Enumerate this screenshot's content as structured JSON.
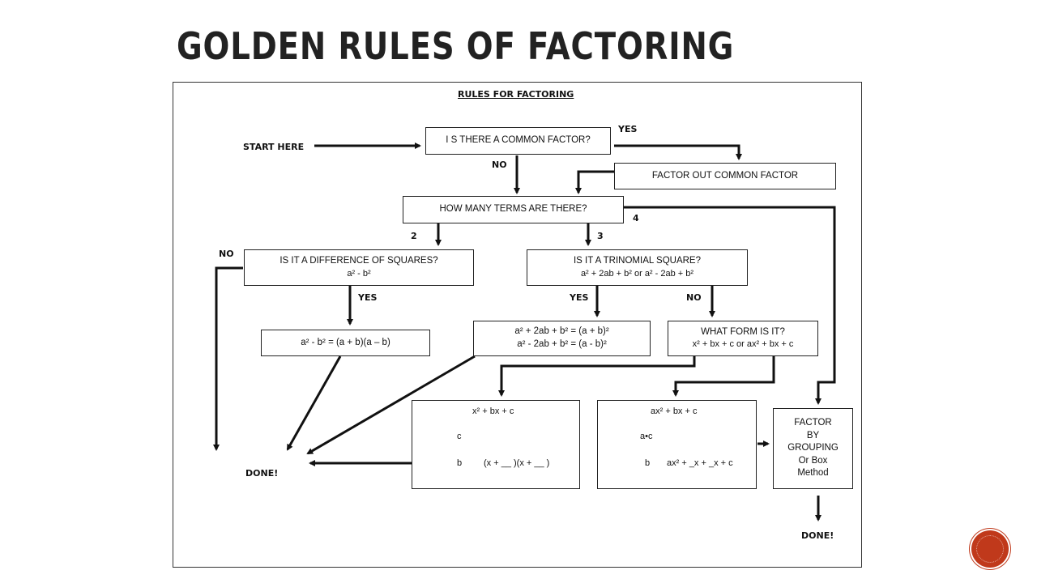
{
  "slide": {
    "title": "GOLDEN RULES OF FACTORING"
  },
  "chart": {
    "heading": "RULES FOR FACTORING",
    "start_label": "START HERE",
    "common_factor_q": "I S THERE A COMMON FACTOR?",
    "yes_label": "YES",
    "no_label": "NO",
    "factor_out": "FACTOR OUT COMMON FACTOR",
    "how_many_terms": "HOW MANY TERMS ARE THERE?",
    "terms_2": "2",
    "terms_3": "3",
    "terms_4": "4",
    "diff_squares_q": "IS IT A DIFFERENCE OF SQUARES?",
    "diff_squares_expr": "a² - b²",
    "trinomial_q": "IS IT A TRINOMIAL SQUARE?",
    "trinomial_expr": "a² + 2ab + b² or a² - 2ab + b²",
    "diff_result": "a² - b²  = (a + b)(a – b)",
    "trinomial_result_1": "a² + 2ab + b² = (a + b)²",
    "trinomial_result_2": "a² - 2ab + b² = (a - b)²",
    "what_form_q": "WHAT FORM IS IT?",
    "what_form_expr": "x² + bx + c   or   ax² + bx + c",
    "box_x_title": "x² + bx + c",
    "box_x_top": "c",
    "box_x_bottom": "b",
    "box_x_answer": "(x + __ )(x + __ )",
    "box_ax_title": "ax² + bx + c",
    "box_ax_top": "a•c",
    "box_ax_bottom": "b",
    "box_ax_answer": "ax² + _x + _x + c",
    "grouping_lines": [
      "FACTOR",
      "BY",
      "GROUPING",
      "Or Box",
      "Method"
    ],
    "done_label": "DONE!"
  },
  "colors": {
    "accent_button": "#c0391b"
  }
}
